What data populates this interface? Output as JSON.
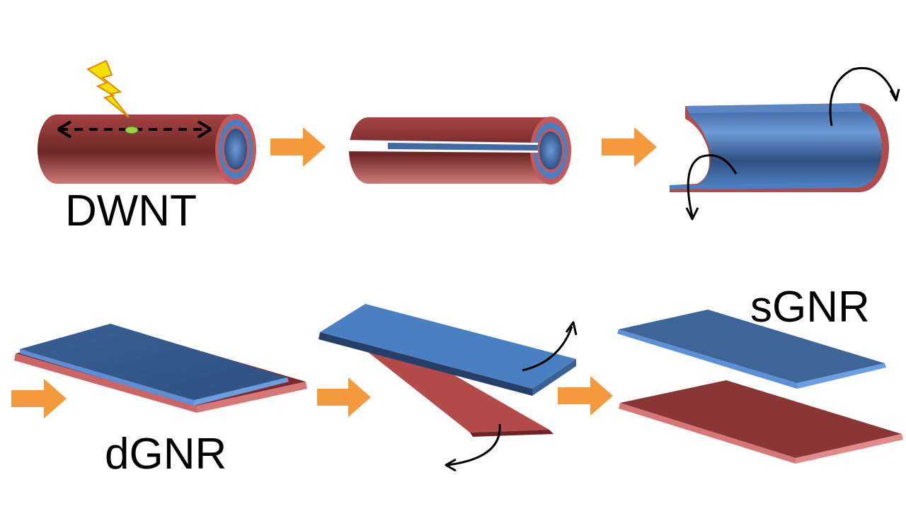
{
  "labels": {
    "dwnt": "DWNT",
    "dgnr": "dGNR",
    "sgnr": "sGNR"
  },
  "colors": {
    "outer_tube": "#b34b4b",
    "outer_tube_dark": "#7a2c2c",
    "inner_tube": "#4a7fc1",
    "inner_tube_dark": "#2e5185",
    "arrow": "#f59a3c",
    "lightning": "#f5e000",
    "defect": "#9bd04a"
  },
  "icons": [
    "lightning-icon",
    "process-arrow-icon",
    "rotation-arrow-icon"
  ]
}
